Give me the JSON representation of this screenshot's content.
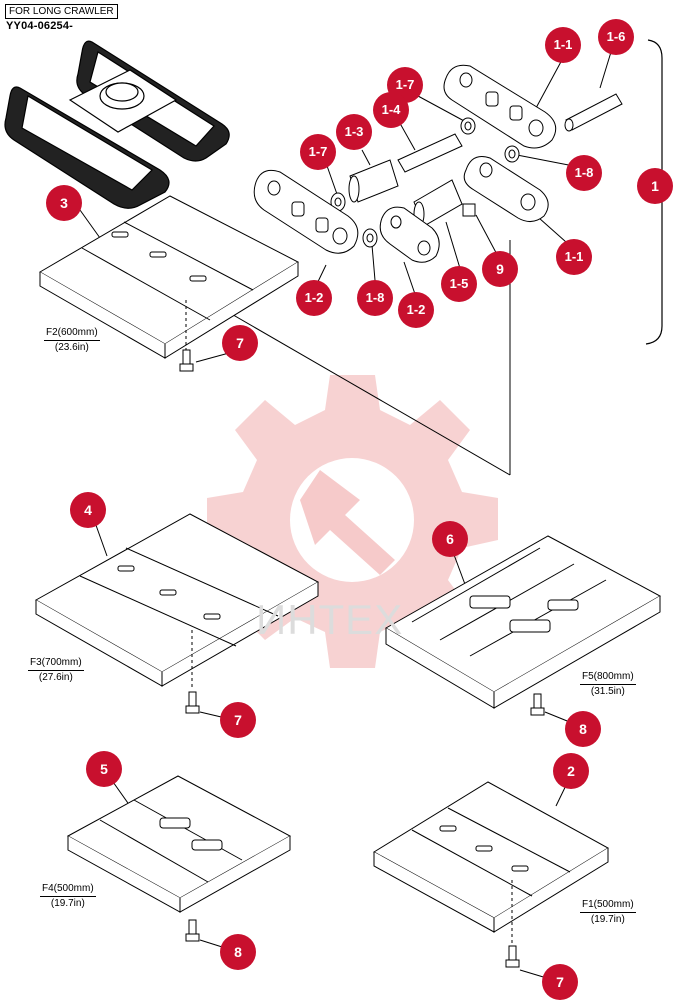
{
  "header": {
    "note": "FOR LONG CRAWLER",
    "code": "YY04-06254-"
  },
  "watermark": "ИНТЕХ",
  "specs": {
    "f2": {
      "width": "F2(600mm)",
      "inch": "(23.6in)"
    },
    "f3": {
      "width": "F3(700mm)",
      "inch": "(27.6in)"
    },
    "f5": {
      "width": "F5(800mm)",
      "inch": "(31.5in)"
    },
    "f4": {
      "width": "F4(500mm)",
      "inch": "(19.7in)"
    },
    "f1": {
      "width": "F1(500mm)",
      "inch": "(19.7in)"
    }
  },
  "callouts": {
    "c11a": "1-1",
    "c16": "1-6",
    "c17a": "1-7",
    "c14": "1-4",
    "c13": "1-3",
    "c17b": "1-7",
    "c18a": "1-8",
    "c1": "1",
    "c3": "3",
    "c12a": "1-2",
    "c18b": "1-8",
    "c12b": "1-2",
    "c15": "1-5",
    "c9": "9",
    "c11b": "1-1",
    "c7a": "7",
    "c4": "4",
    "c6": "6",
    "c7b": "7",
    "c8a": "8",
    "c5": "5",
    "c2": "2",
    "c8b": "8",
    "c7c": "7"
  },
  "colors": {
    "badge": "#c8102e",
    "watermark_gear": "#f6c9c9"
  }
}
